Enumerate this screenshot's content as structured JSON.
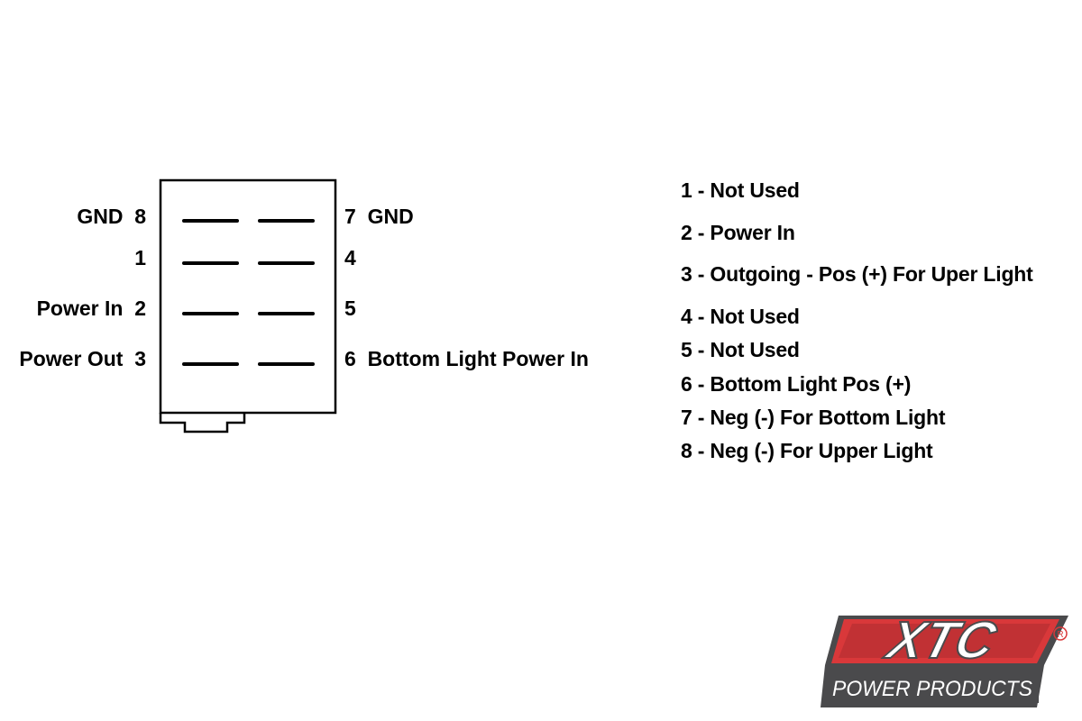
{
  "connector": {
    "left_labels": [
      "GND  8",
      "1",
      "Power In  2",
      "Power Out  3"
    ],
    "right_labels": [
      "7  GND",
      "4",
      "5",
      "6  Bottom Light Power In"
    ]
  },
  "legend": [
    "1 - Not Used",
    "2 - Power In",
    "3 - Outgoing - Pos (+) For Uper Light",
    "4 - Not Used",
    "5 - Not Used",
    "6 - Bottom Light Pos (+)",
    "7 - Neg (-) For Bottom Light",
    "8 - Neg (-) For Upper Light"
  ],
  "logo": {
    "main": "XTC",
    "sub": "POWER PRODUCTS",
    "mark": "R",
    "colors": {
      "red": "#d9383a",
      "gray": "#4a4a4c",
      "white": "#ffffff"
    }
  }
}
